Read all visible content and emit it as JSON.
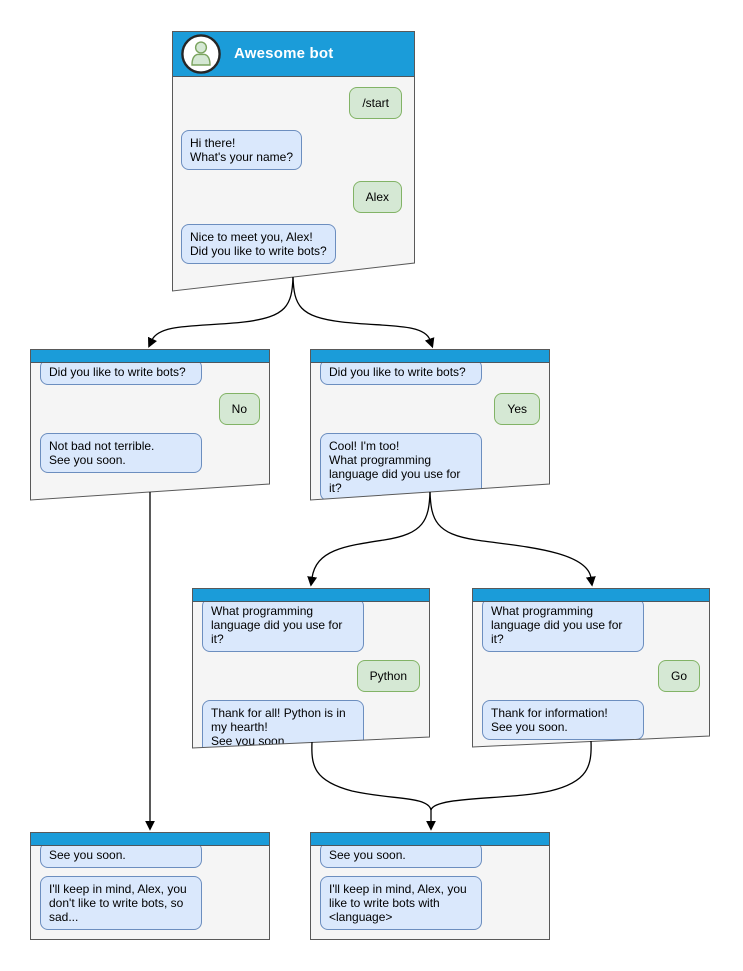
{
  "colors": {
    "titlebar": "#1b9cd9",
    "win_bg": "#f5f5f5",
    "win_border": "#595959",
    "bot_bg": "#dae8fc",
    "bot_border": "#6c8ebf",
    "user_bg": "#d5e8d4",
    "user_border": "#82b366"
  },
  "main_window": {
    "title": "Awesome bot",
    "messages": [
      {
        "from": "user",
        "text": "/start"
      },
      {
        "from": "bot",
        "text": "Hi there!\nWhat's your name?"
      },
      {
        "from": "user",
        "text": "Alex"
      },
      {
        "from": "bot",
        "text": "Nice to meet you, Alex!\nDid you like to write bots?"
      }
    ]
  },
  "branch_no": {
    "messages": [
      {
        "from": "bot",
        "text": "Did you like to write bots?"
      },
      {
        "from": "user",
        "text": "No"
      },
      {
        "from": "bot",
        "text": "Not bad not terrible.\nSee you soon."
      }
    ]
  },
  "branch_yes": {
    "messages": [
      {
        "from": "bot",
        "text": "Did you like to write bots?"
      },
      {
        "from": "user",
        "text": "Yes"
      },
      {
        "from": "bot",
        "text": "Cool! I'm too!\nWhat programming\nlanguage did you use for it?"
      }
    ]
  },
  "branch_python": {
    "messages": [
      {
        "from": "bot",
        "text": "What programming\nlanguage did you use for it?"
      },
      {
        "from": "user",
        "text": "Python"
      },
      {
        "from": "bot",
        "text": "Thank for all! Python is in\nmy hearth!\nSee you soon."
      }
    ]
  },
  "branch_go": {
    "messages": [
      {
        "from": "bot",
        "text": "What programming\nlanguage did you use for it?"
      },
      {
        "from": "user",
        "text": "Go"
      },
      {
        "from": "bot",
        "text": "Thank for information!\nSee you soon."
      }
    ]
  },
  "end_no": {
    "messages": [
      {
        "from": "bot",
        "text": "See you soon."
      },
      {
        "from": "bot",
        "text": "I'll keep in mind, Alex, you\ndon't like to write bots, so\nsad..."
      }
    ]
  },
  "end_yes": {
    "messages": [
      {
        "from": "bot",
        "text": "See you soon."
      },
      {
        "from": "bot",
        "text": "I'll keep in mind, Alex, you\nlike to write bots with\n<language>"
      }
    ]
  }
}
